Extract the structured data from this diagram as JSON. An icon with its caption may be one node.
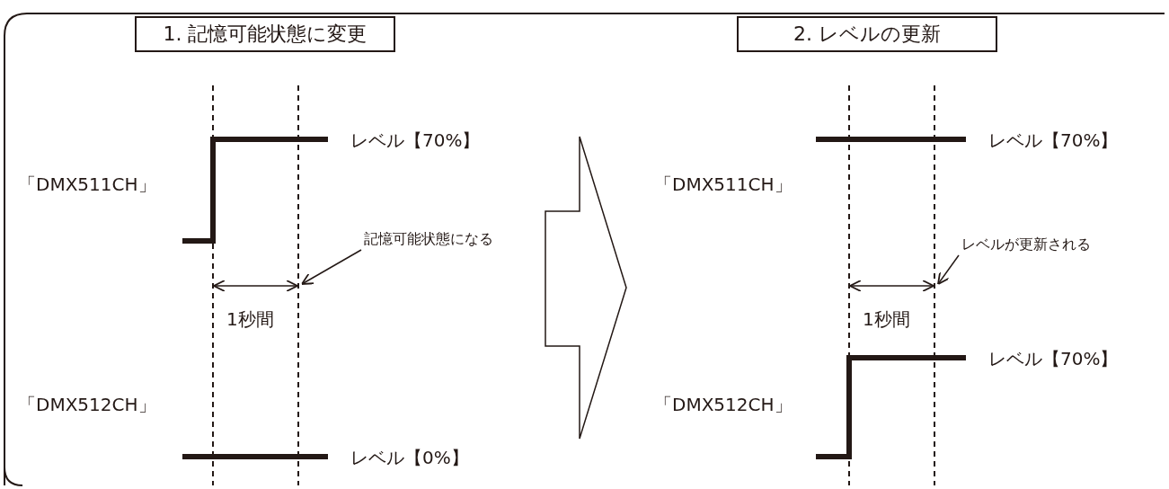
{
  "diagram": {
    "nodes": [
      {
        "text": [
          "1. 記憶可能状態に変更"
        ]
      },
      {
        "text": [
          "2. レベルの更新"
        ]
      },
      {
        "text": [
          "記憶可能状態になる"
        ]
      },
      {
        "text": [
          "レベルが更新される"
        ]
      }
    ],
    "edges": [
      {
        "from": 2,
        "to": null,
        "arrow": "to"
      },
      {
        "from": 3,
        "to": null,
        "arrow": "to"
      }
    ],
    "labels": [
      "レベル【70%】",
      "「DMX511CH」",
      "1秒間",
      "「DMX512CH」",
      "レベル【0%】",
      "レベル【70%】",
      "「DMX511CH」",
      "1秒間",
      "レベル【70%】",
      "「DMX512CH」"
    ]
  }
}
